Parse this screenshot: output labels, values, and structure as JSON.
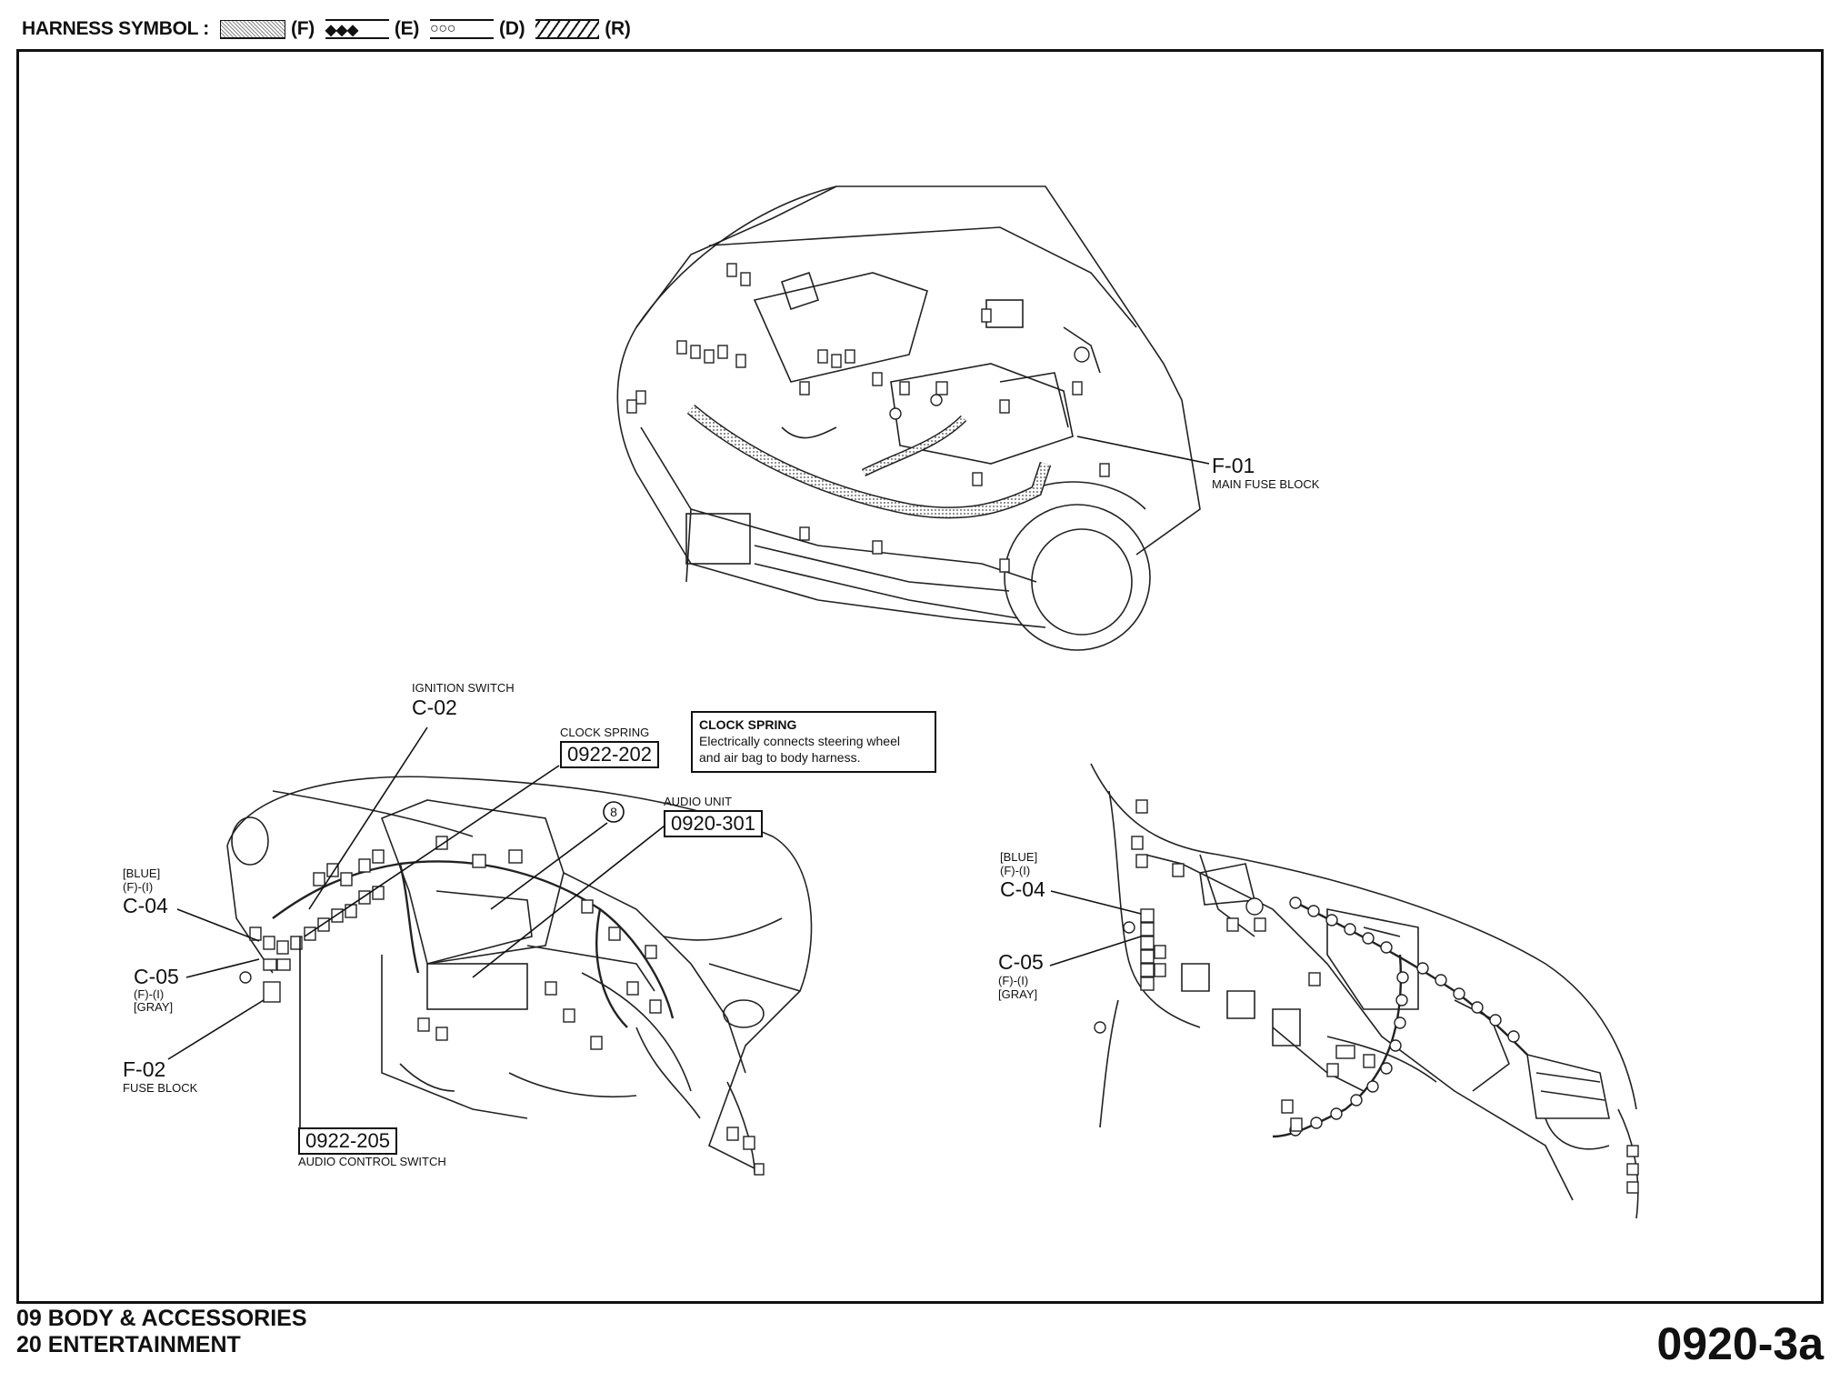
{
  "legend": {
    "title": "HARNESS SYMBOL :",
    "items": [
      {
        "code": "(F)",
        "style": "dotted"
      },
      {
        "code": "(E)",
        "style": "diamonds",
        "glyph": "◆◆◆"
      },
      {
        "code": "(D)",
        "style": "circles",
        "glyph": "○○○"
      },
      {
        "code": "(R)",
        "style": "hatched"
      }
    ]
  },
  "engine_view": {
    "f01_code": "F-01",
    "f01_label": "MAIN FUSE BLOCK"
  },
  "dash_view": {
    "ignition_label": "IGNITION SWITCH",
    "ignition_code": "C-02",
    "clock_label": "CLOCK SPRING",
    "clock_ref": "0922-202",
    "circle_num": "8",
    "audio_unit_label": "AUDIO UNIT",
    "audio_unit_ref": "0920-301",
    "c04_color": "[BLUE]",
    "c04_pos": "(F)-(I)",
    "c04_code": "C-04",
    "c05_code": "C-05",
    "c05_pos": "(F)-(I)",
    "c05_color": "[GRAY]",
    "f02_code": "F-02",
    "f02_label": "FUSE BLOCK",
    "audio_switch_ref": "0922-205",
    "audio_switch_label": "AUDIO CONTROL SWITCH"
  },
  "info_box": {
    "title": "CLOCK SPRING",
    "line1": "Electrically connects steering wheel",
    "line2": "and air bag to body harness."
  },
  "side_view": {
    "c04_color": "[BLUE]",
    "c04_pos": "(F)-(I)",
    "c04_code": "C-04",
    "c05_code": "C-05",
    "c05_pos": "(F)-(I)",
    "c05_color": "[GRAY]"
  },
  "footer": {
    "line1": "09  BODY & ACCESSORIES",
    "line2": "20  ENTERTAINMENT",
    "page_code": "0920-3a"
  }
}
